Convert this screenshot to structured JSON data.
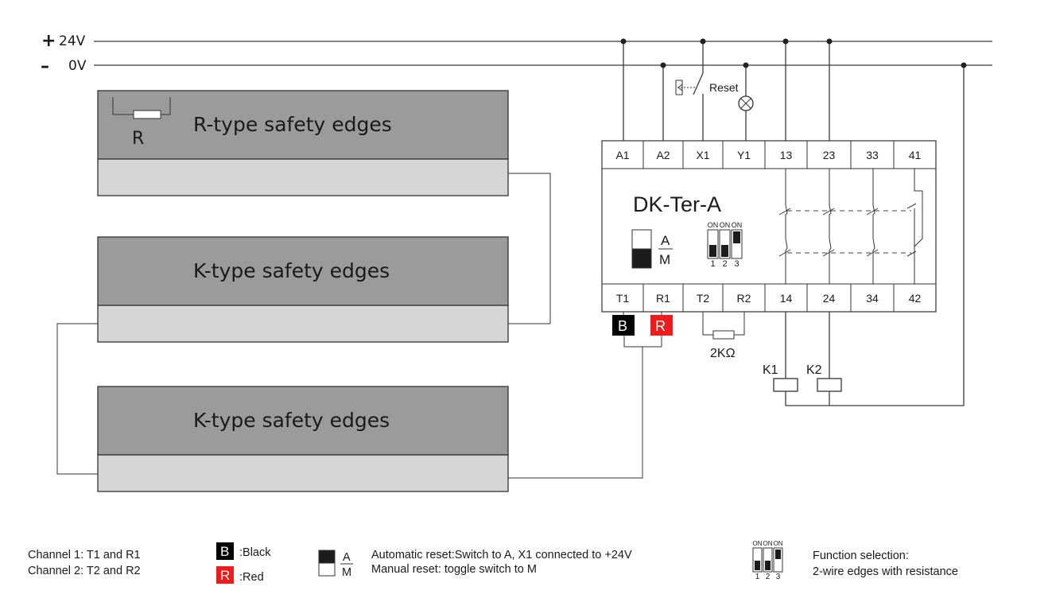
{
  "rails": {
    "plus_symbol": "+",
    "plus_label": "24V",
    "minus_symbol": "–",
    "minus_label": "0V"
  },
  "edges": {
    "r_type": {
      "label": "R-type safety edges",
      "resistor_label": "R"
    },
    "k_type_1": {
      "label": "K-type safety edges"
    },
    "k_type_2": {
      "label": "K-type safety edges"
    }
  },
  "reset": {
    "label": "Reset"
  },
  "module": {
    "name": "DK-Ter-A",
    "top_terminals": [
      "A1",
      "A2",
      "X1",
      "Y1",
      "13",
      "23",
      "33",
      "41"
    ],
    "bottom_terminals": [
      "T1",
      "R1",
      "T2",
      "R2",
      "14",
      "24",
      "34",
      "42"
    ],
    "switch_a": "A",
    "switch_m": "M",
    "dip_on": [
      "ON",
      "ON",
      "ON"
    ],
    "dip_numbers": [
      "1",
      "2",
      "3"
    ]
  },
  "wire_tags": {
    "black": "B",
    "red": "R"
  },
  "resistor_2k": "2KΩ",
  "relays": {
    "k1": "K1",
    "k2": "K2"
  },
  "legend": {
    "channel1": "Channel 1:  T1 and R1",
    "channel2": "Channel 2:  T2 and R2",
    "black_tag": "B",
    "black_text": ":Black",
    "red_tag": "R",
    "red_text": ":Red",
    "switch_a": "A",
    "switch_m": "M",
    "auto_reset": "Automatic reset:Switch to A, X1 connected to +24V",
    "manual_reset": "Manual reset: toggle switch to M",
    "dip_on": [
      "ON",
      "ON",
      "ON"
    ],
    "dip_numbers": [
      "1",
      "2",
      "3"
    ],
    "function_title": "Function selection:",
    "function_text": "2-wire edges with resistance"
  },
  "colors": {
    "black_tag": "#000000",
    "red_tag": "#ee1c1c",
    "edge_dark": "#9b9b9b",
    "edge_light": "#d6d6d6"
  }
}
